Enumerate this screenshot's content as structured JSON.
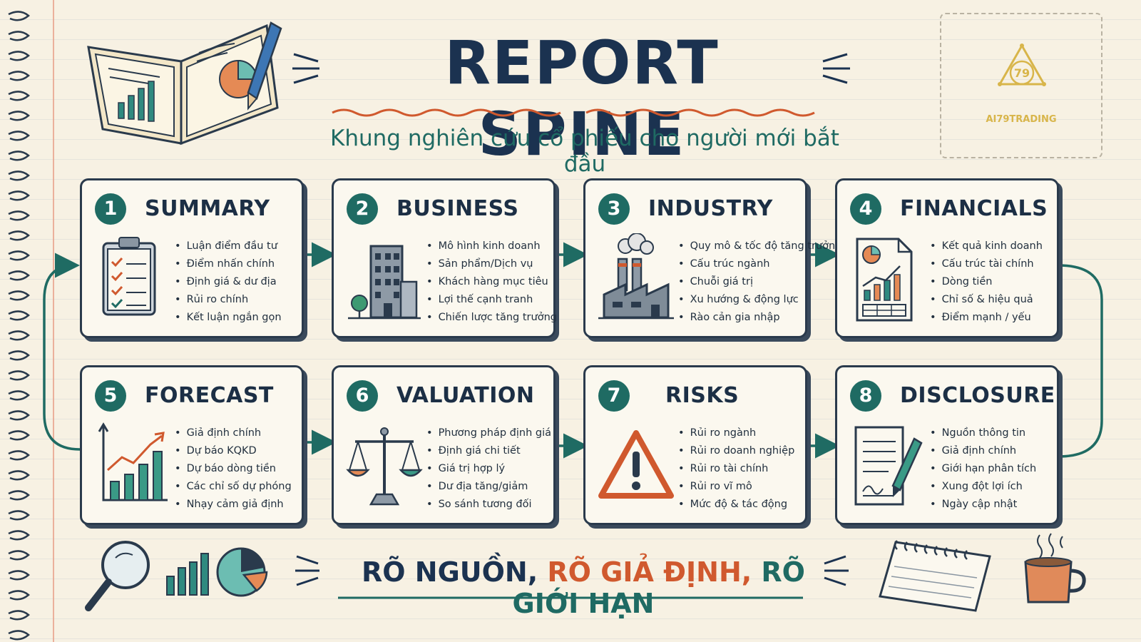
{
  "header": {
    "title": "REPORT SPINE",
    "subtitle": "Khung nghiên cứu cổ phiếu cho người mới bắt đầu"
  },
  "logo": {
    "text": "AI79TRADING",
    "mark": "79"
  },
  "cards": [
    {
      "num": "1",
      "title": "SUMMARY",
      "icon": "clipboard-icon",
      "items": [
        "Luận điểm đầu tư",
        "Điểm nhấn chính",
        "Định giá & dư địa",
        "Rủi ro chính",
        "Kết luận ngắn gọn"
      ]
    },
    {
      "num": "2",
      "title": "BUSINESS",
      "icon": "building-icon",
      "items": [
        "Mô hình kinh doanh",
        "Sản phẩm/Dịch vụ",
        "Khách hàng mục tiêu",
        "Lợi thế cạnh tranh",
        "Chiến lược tăng trưởng"
      ]
    },
    {
      "num": "3",
      "title": "INDUSTRY",
      "icon": "factory-icon",
      "items": [
        "Quy mô & tốc độ tăng trưởng",
        "Cấu trúc ngành",
        "Chuỗi giá trị",
        "Xu hướng & động lực",
        "Rào cản gia nhập"
      ]
    },
    {
      "num": "4",
      "title": "FINANCIALS",
      "icon": "financial-report-icon",
      "items": [
        "Kết quả kinh doanh",
        "Cấu trúc tài chính",
        "Dòng tiền",
        "Chỉ số & hiệu quả",
        "Điểm mạnh / yếu"
      ]
    },
    {
      "num": "5",
      "title": "FORECAST",
      "icon": "growth-chart-icon",
      "items": [
        "Giả định chính",
        "Dự báo KQKD",
        "Dự báo dòng tiền",
        "Các chỉ số dự phóng",
        "Nhạy cảm giả định"
      ]
    },
    {
      "num": "6",
      "title": "VALUATION",
      "icon": "scale-icon",
      "items": [
        "Phương pháp định giá",
        "Định giá chi tiết",
        "Giá trị hợp lý",
        "Dư địa tăng/giảm",
        "So sánh tương đối"
      ]
    },
    {
      "num": "7",
      "title": "RISKS",
      "icon": "warning-icon",
      "items": [
        "Rủi ro ngành",
        "Rủi ro doanh nghiệp",
        "Rủi ro tài chính",
        "Rủi ro vĩ mô",
        "Mức độ & tác động"
      ]
    },
    {
      "num": "8",
      "title": "DISCLOSURE",
      "icon": "document-pen-icon",
      "items": [
        "Nguồn thông tin",
        "Giả định chính",
        "Giới hạn phân tích",
        "Xung đột lợi ích",
        "Ngày cập nhật"
      ]
    }
  ],
  "footer": {
    "part1": "RÕ NGUỒN,",
    "part2": "RÕ GIẢ ĐỊNH,",
    "part3": "RÕ GIỚI HẠN"
  },
  "colors": {
    "navy": "#1b3250",
    "teal": "#1f6b63",
    "orange": "#d0592e",
    "paper": "#f7f1e3"
  }
}
